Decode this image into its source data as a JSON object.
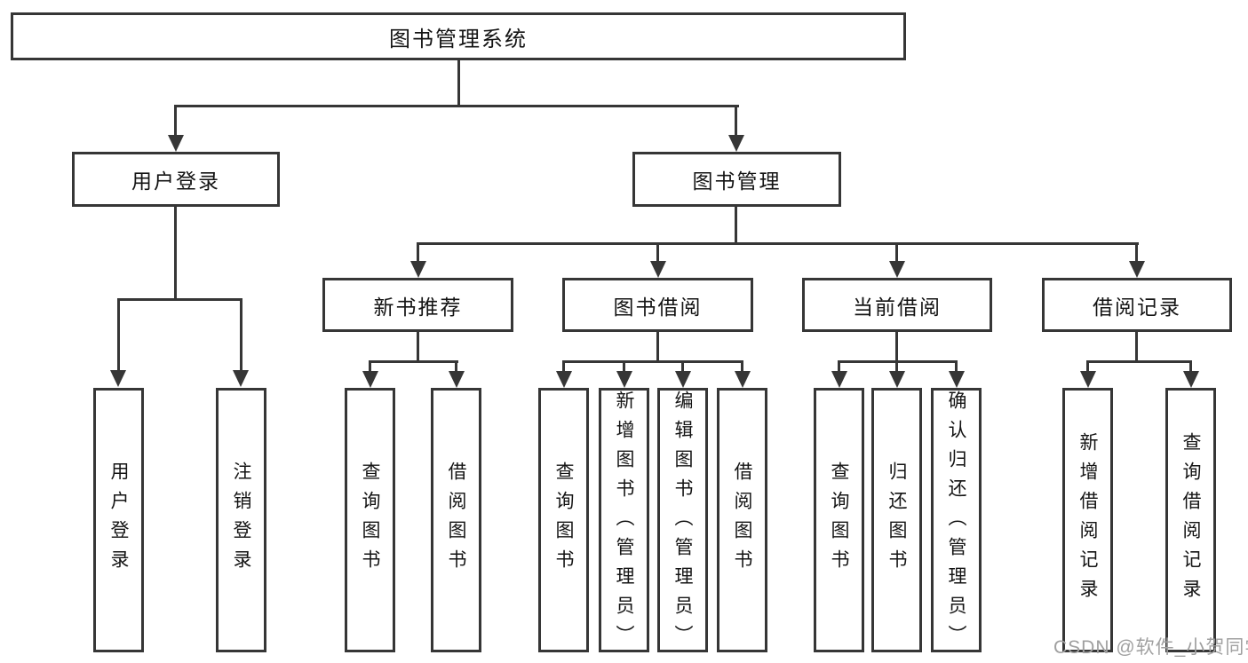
{
  "tree": {
    "label": "图书管理系统",
    "children": [
      {
        "label": "用户登录",
        "children": [
          {
            "label": "用户登录"
          },
          {
            "label": "注销登录"
          }
        ]
      },
      {
        "label": "图书管理",
        "children": [
          {
            "label": "新书推荐",
            "children": [
              {
                "label": "查询图书"
              },
              {
                "label": "借阅图书"
              }
            ]
          },
          {
            "label": "图书借阅",
            "children": [
              {
                "label": "查询图书"
              },
              {
                "label": "新增图书（管理员）"
              },
              {
                "label": "编辑图书（管理员）"
              },
              {
                "label": "借阅图书"
              }
            ]
          },
          {
            "label": "当前借阅",
            "children": [
              {
                "label": "查询图书"
              },
              {
                "label": "归还图书"
              },
              {
                "label": "确认归还（管理员）"
              }
            ]
          },
          {
            "label": "借阅记录",
            "children": [
              {
                "label": "新增借阅记录"
              },
              {
                "label": "查询借阅记录"
              }
            ]
          }
        ]
      }
    ]
  },
  "watermark": {
    "text": "CSDN @软件_小贺同学",
    "color": "#a0a0a0"
  },
  "colors": {
    "background": "#ffffff",
    "box_border": "#363636",
    "connector_line": "#363636",
    "text": "#141414"
  }
}
